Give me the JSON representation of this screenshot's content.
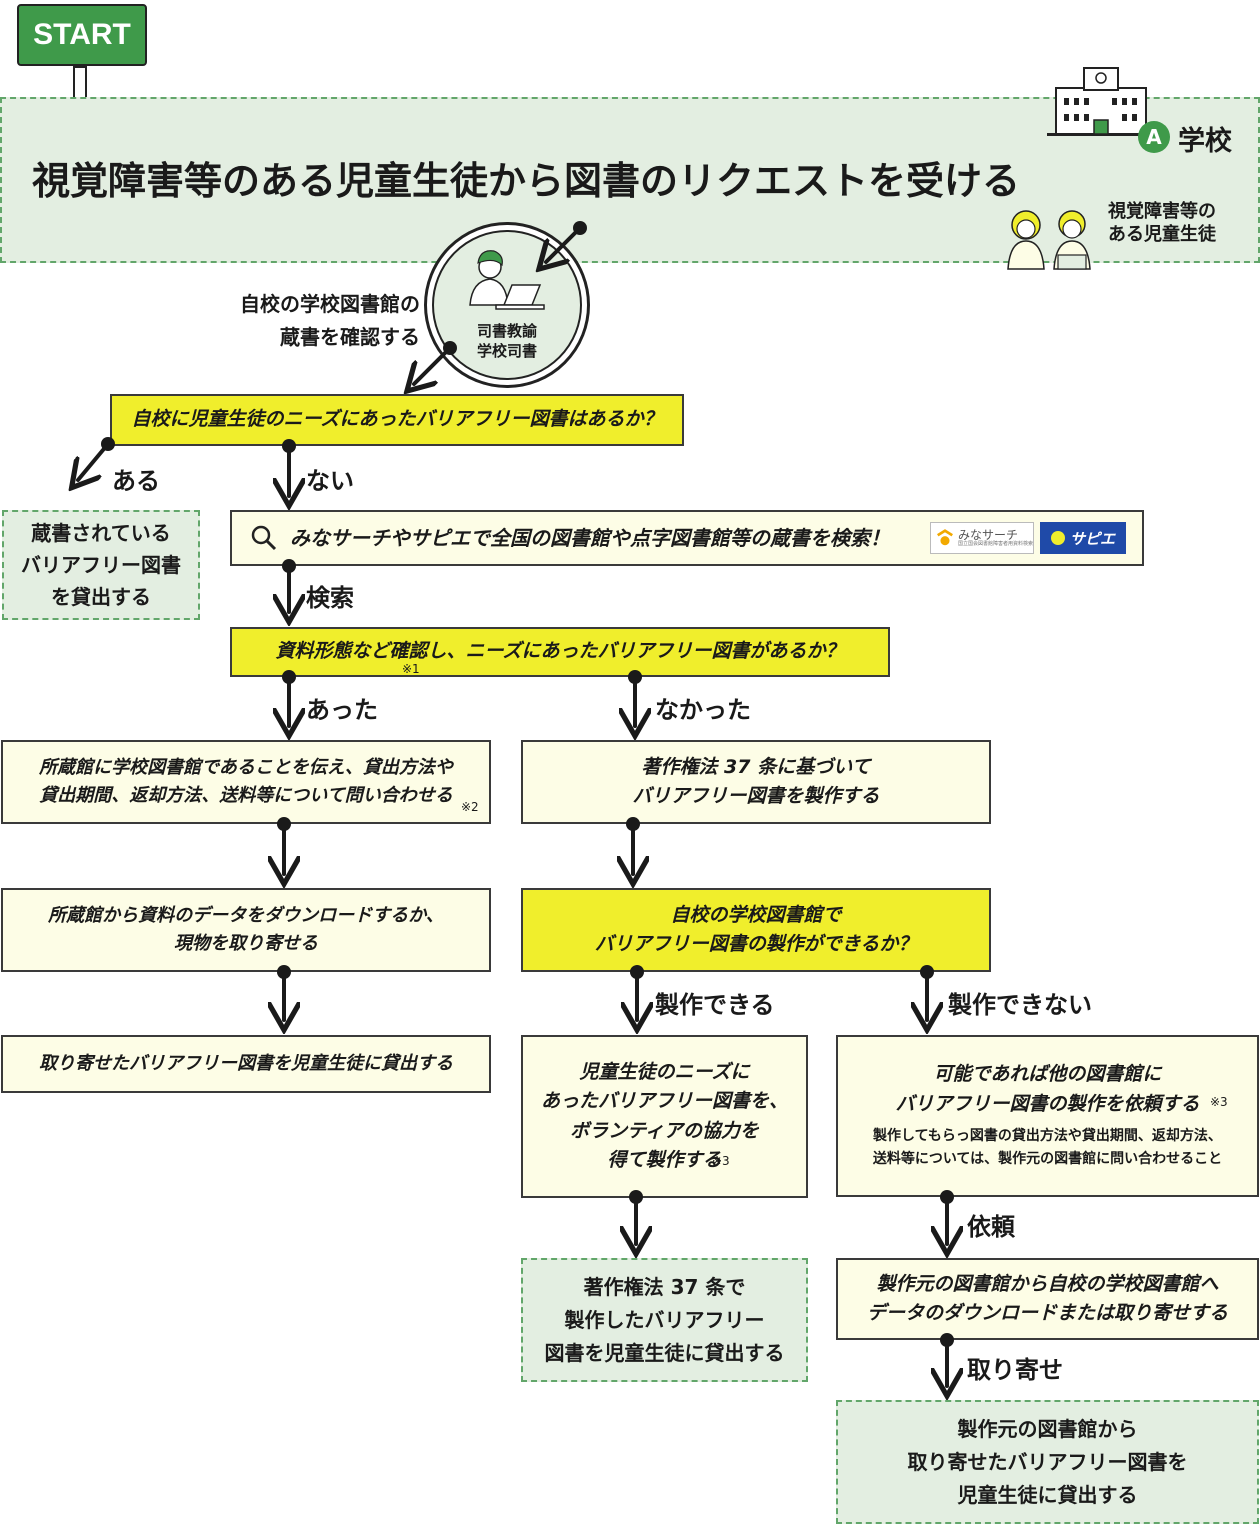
{
  "start_sign": "START",
  "header": {
    "title": "視覚障害等のある児童生徒から図書のリクエストを受ける",
    "location_badge": "A",
    "location_label": "学校",
    "students_label_line1": "視覚障害等の",
    "students_label_line2": "ある児童生徒"
  },
  "actor": {
    "line1": "司書教諭",
    "line2": "学校司書",
    "action_line1": "自校の学校図書館の",
    "action_line2": "蔵書を確認する"
  },
  "q1": {
    "text": "自校に児童生徒のニーズにあったバリアフリー図書はあるか？"
  },
  "branch_yes1": "ある",
  "branch_no1": "ない",
  "lend_own": {
    "line1": "蔵書されている",
    "line2": "バリアフリー図書",
    "line3": "を貸出する"
  },
  "search": {
    "text": "みなサーチやサピエで全国の図書館や点字図書館等の蔵書を検索！",
    "logo1_text": "みなサーチ",
    "logo1_sub": "国立国会図書館障害者用資料検索",
    "logo2_text": "サピエ",
    "icon": "search-icon"
  },
  "branch_search": "検索",
  "q2": {
    "text": "資料形態など確認し、ニーズにあったバリアフリー図書があるか？",
    "note": "※1"
  },
  "branch_found": "あった",
  "branch_notfound": "なかった",
  "inquire": {
    "line1": "所蔵館に学校図書館であることを伝え、貸出方法や",
    "line2": "貸出期間、返却方法、送料等について問い合わせる",
    "note": "※2"
  },
  "download": {
    "line1": "所蔵館から資料のデータをダウンロードするか、",
    "line2": "現物を取り寄せる"
  },
  "lend_borrowed": {
    "text": "取り寄せたバリアフリー図書を児童生徒に貸出する"
  },
  "produce37": {
    "line1": "著作権法 37 条に基づいて",
    "line2": "バリアフリー図書を製作する"
  },
  "q3": {
    "line1": "自校の学校図書館で",
    "line2": "バリアフリー図書の製作ができるか？"
  },
  "branch_can": "製作できる",
  "branch_cannot": "製作できない",
  "volunteer": {
    "line1": "児童生徒のニーズに",
    "line2": "あったバリアフリー図書を、",
    "line3": "ボランティアの協力を",
    "line4": "得て製作する",
    "note": "※3"
  },
  "request_other": {
    "line1": "可能であれば他の図書館に",
    "line2": "バリアフリー図書の製作を依頼する",
    "note": "※3",
    "sub_line1": "製作してもらっ図書の貸出方法や貸出期間、返却方法、",
    "sub_line2": "送料等については、製作元の図書館に問い合わせること"
  },
  "lend_made": {
    "line1": "著作権法 37 条で",
    "line2": "製作したバリアフリー",
    "line3": "図書を児童生徒に貸出する"
  },
  "branch_request": "依頼",
  "receive_data": {
    "line1": "製作元の図書館から自校の学校図書館へ",
    "line2": "データのダウンロードまたは取り寄せする"
  },
  "branch_fetch": "取り寄せ",
  "lend_from_maker": {
    "line1": "製作元の図書館から",
    "line2": "取り寄せたバリアフリー図書を",
    "line3": "児童生徒に貸出する"
  },
  "colors": {
    "yellow": "#f0ee2c",
    "cream": "#fdfde6",
    "green_panel": "#e3eee1",
    "green_accent": "#3f9a4a",
    "outline": "#3a3a3a"
  }
}
